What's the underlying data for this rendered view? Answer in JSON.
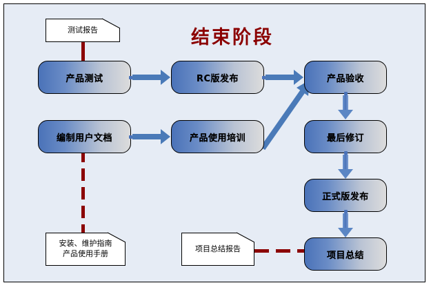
{
  "diagram": {
    "title": "结束阶段",
    "title_color": "#8b0000",
    "background_color": "#e6ecf5",
    "frame_border_color": "#000000",
    "arrow_color": "#4a7ab8",
    "connector_color": "#8b0000",
    "box_gradient_start": "#4a72b8",
    "box_gradient_end": "#dcdcdc"
  },
  "processes": [
    {
      "id": "product-testing",
      "label": "产品测试"
    },
    {
      "id": "rc-release",
      "label": "RC版发布"
    },
    {
      "id": "product-acceptance",
      "label": "产品验收"
    },
    {
      "id": "user-documentation",
      "label": "编制用户文档"
    },
    {
      "id": "usage-training",
      "label": "产品使用培训"
    },
    {
      "id": "final-revision",
      "label": "最后修订"
    },
    {
      "id": "official-release",
      "label": "正式版发布"
    },
    {
      "id": "project-summary",
      "label": "项目总结"
    }
  ],
  "documents": [
    {
      "id": "test-report",
      "lines": [
        "测试报告"
      ]
    },
    {
      "id": "user-manual",
      "lines": [
        "安装、维护指南",
        "产品使用手册"
      ]
    },
    {
      "id": "summary-report",
      "lines": [
        "项目总结报告"
      ]
    }
  ],
  "connections": [
    {
      "from": "product-testing",
      "to": "rc-release",
      "style": "arrow"
    },
    {
      "from": "rc-release",
      "to": "product-acceptance",
      "style": "arrow"
    },
    {
      "from": "user-documentation",
      "to": "usage-training",
      "style": "arrow"
    },
    {
      "from": "usage-training",
      "to": "product-acceptance",
      "style": "arrow-diagonal"
    },
    {
      "from": "product-acceptance",
      "to": "final-revision",
      "style": "arrow"
    },
    {
      "from": "final-revision",
      "to": "official-release",
      "style": "arrow"
    },
    {
      "from": "official-release",
      "to": "project-summary",
      "style": "arrow"
    },
    {
      "from": "test-report",
      "to": "product-testing",
      "style": "red-solid"
    },
    {
      "from": "user-documentation",
      "to": "user-manual",
      "style": "red-dashed"
    },
    {
      "from": "summary-report",
      "to": "project-summary",
      "style": "red-dashed"
    }
  ]
}
